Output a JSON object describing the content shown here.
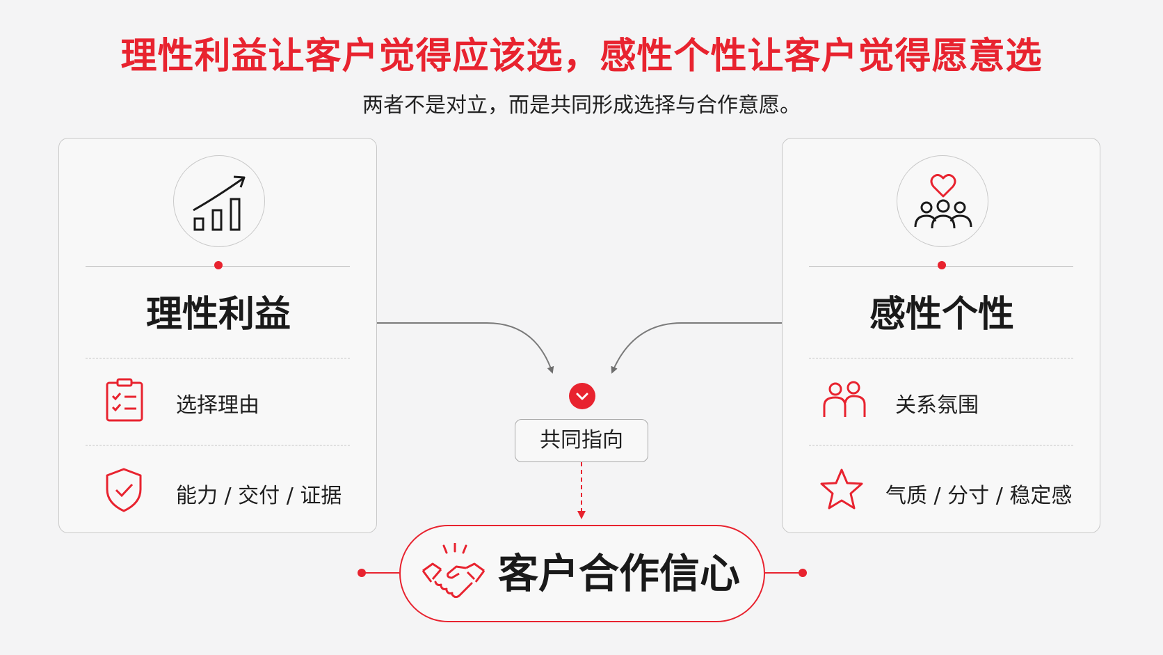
{
  "header": {
    "title": "理性利益让客户觉得应该选，感性个性让客户觉得愿意选",
    "subtitle": "两者不是对立，而是共同形成选择与合作意愿。"
  },
  "left_panel": {
    "icon": "growth-chart-icon",
    "title": "理性利益",
    "items": [
      {
        "icon": "clipboard-checklist-icon",
        "label": "选择理由"
      },
      {
        "icon": "shield-check-icon",
        "label": "能力 / 交付 / 证据"
      }
    ]
  },
  "right_panel": {
    "icon": "heart-people-icon",
    "title": "感性个性",
    "items": [
      {
        "icon": "two-people-icon",
        "label": "关系氛围"
      },
      {
        "icon": "star-icon",
        "label": "气质 / 分寸 / 稳定感"
      }
    ]
  },
  "merge": {
    "icon": "chevron-down-icon",
    "label": "共同指向"
  },
  "goal": {
    "icon": "handshake-icon",
    "label": "客户合作信心"
  },
  "colors": {
    "accent": "#e8232f",
    "text": "#1a1a1a",
    "border": "#c8c8c8",
    "background": "#f4f4f5"
  }
}
